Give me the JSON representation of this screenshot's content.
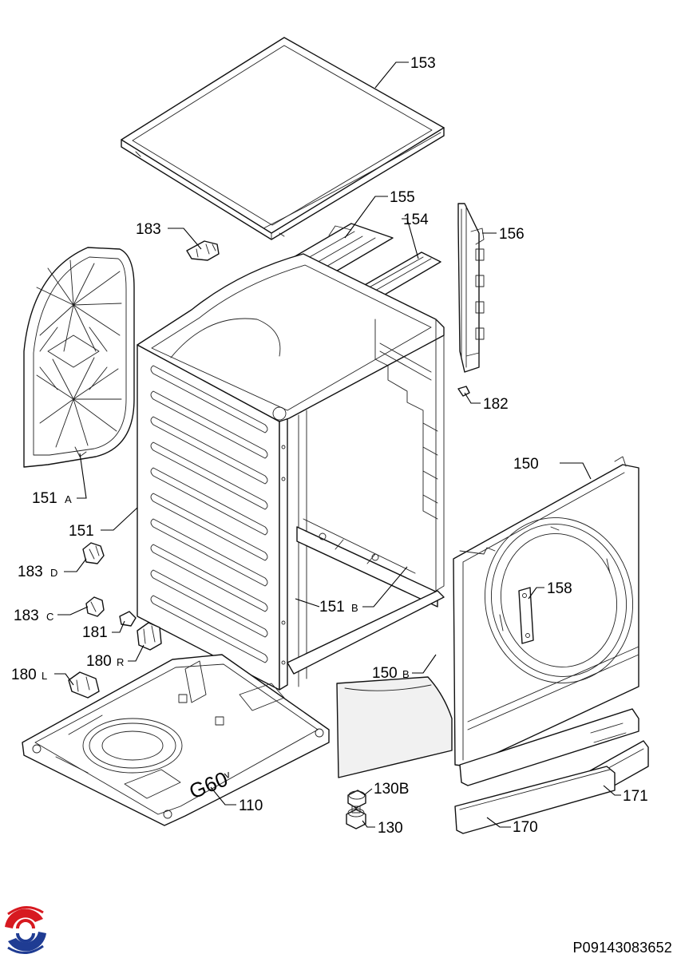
{
  "diagram": {
    "labels": {
      "p153": "153",
      "p155": "155",
      "p154": "154",
      "p156": "156",
      "p183": "183",
      "p182": "182",
      "p151A": "151",
      "p151A_sub": "A",
      "p151": "151",
      "p150": "150",
      "p158": "158",
      "p183D": "183",
      "p183D_sub": "D",
      "p183C": "183",
      "p183C_sub": "C",
      "p181": "181",
      "p180R": "180",
      "p180R_sub": "R",
      "p180L": "180",
      "p180L_sub": "L",
      "p151B": "151",
      "p151B_sub": "B",
      "p150B": "150",
      "p150B_sub": "B",
      "p110": "110",
      "p130B": "130B",
      "p130": "130",
      "p170": "170",
      "p171": "171"
    },
    "base_marking": "G60",
    "base_marking_sub": "v",
    "drawing_code": "P09143083652"
  },
  "logo": {
    "icon": "swirl-logo-icon",
    "colors": [
      "#d71920",
      "#1f3c93"
    ]
  }
}
